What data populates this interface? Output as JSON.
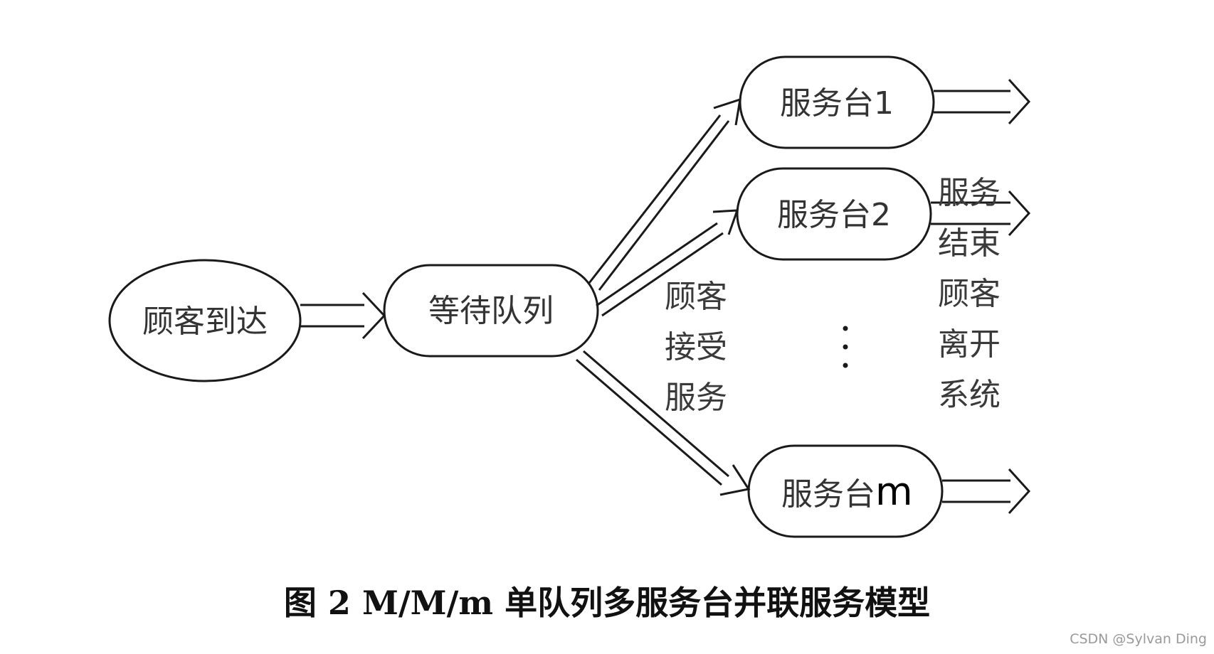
{
  "diagram": {
    "nodes": {
      "arrival": "顾客到达",
      "queue": "等待队列",
      "server1": "服务台1",
      "server2": "服务台2",
      "server_m_prefix": "服务台",
      "server_m_suffix": "m"
    },
    "accept_label": [
      "顾客",
      "接受",
      "服务"
    ],
    "leave_label": [
      "服务",
      "结束",
      "顾客",
      "离开",
      "系统"
    ]
  },
  "caption": "图 2 M/M/m 单队列多服务台并联服务模型",
  "watermark": "CSDN @Sylvan Ding",
  "colors": {
    "stroke": "#1a1a1a",
    "text": "#333333",
    "background": "#ffffff"
  }
}
